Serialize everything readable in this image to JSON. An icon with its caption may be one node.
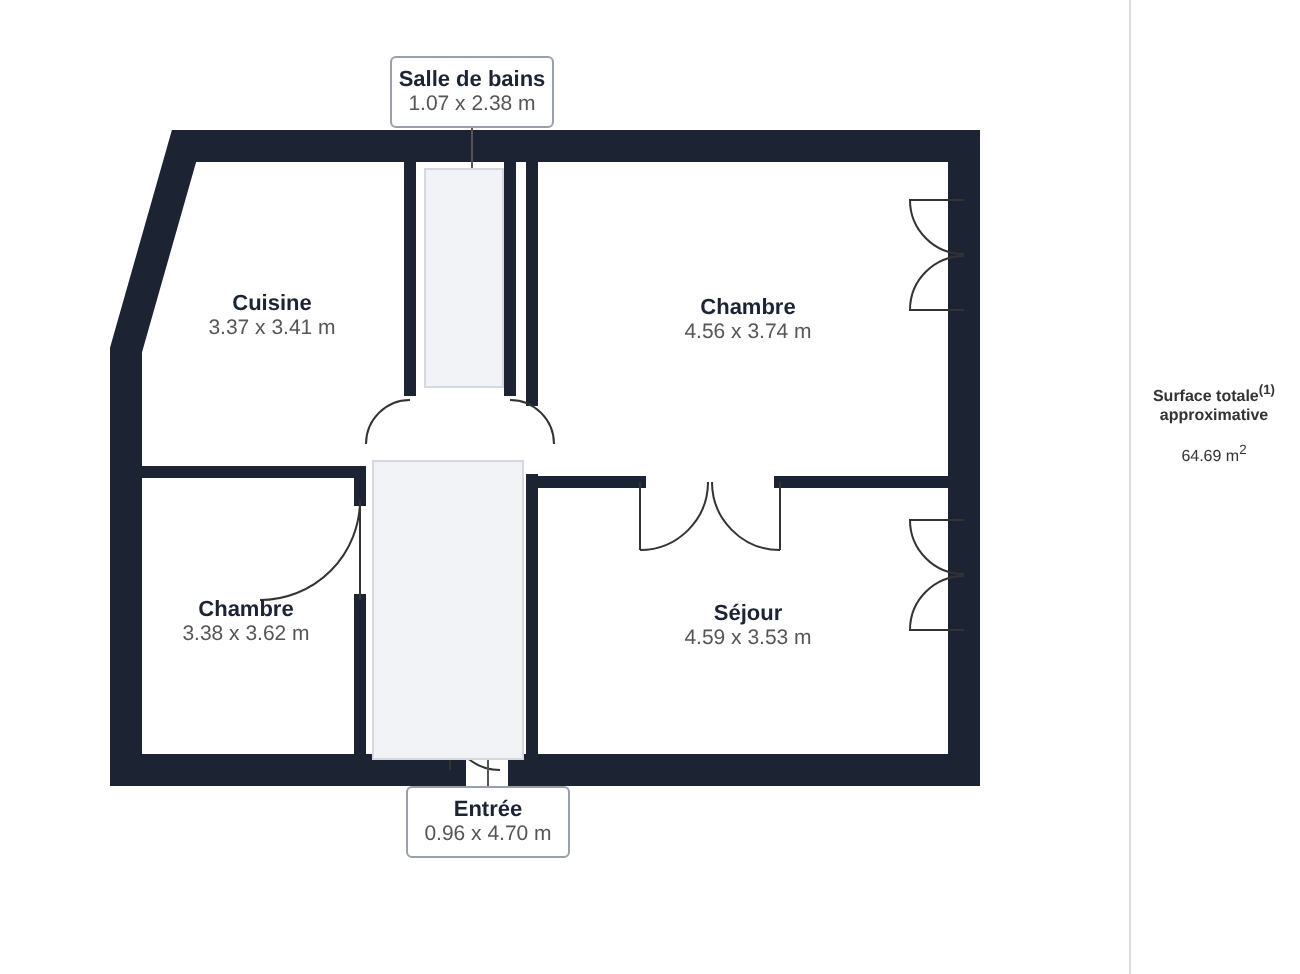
{
  "diagram": {
    "nodes": [
      {
        "text": [
          "Salle de bains",
          "1.07 x 2.38 m"
        ]
      },
      {
        "text": [],
        "shape": "box"
      },
      {
        "text": [
          "Cuisine",
          "3.37 x 3.41 m"
        ]
      },
      {
        "text": [
          "Chambre",
          "4.56 x 3.74 m"
        ]
      },
      {
        "text": [
          "Chambre",
          "3.38 x 3.62 m"
        ]
      },
      {
        "text": [
          "Séjour",
          "4.59 x 3.53 m"
        ]
      },
      {
        "text": [],
        "shape": "box"
      },
      {
        "text": [
          "Entrée",
          "0.96 x 4.70 m"
        ]
      }
    ],
    "edges": [
      {
        "from": 0,
        "to": 1,
        "arrow": "none"
      },
      {
        "from": 7,
        "to": 6,
        "arrow": "none"
      }
    ],
    "labels": [
      "Surface totale$^{(1)}$ approximative",
      "64.69 m$^{2}$"
    ]
  }
}
